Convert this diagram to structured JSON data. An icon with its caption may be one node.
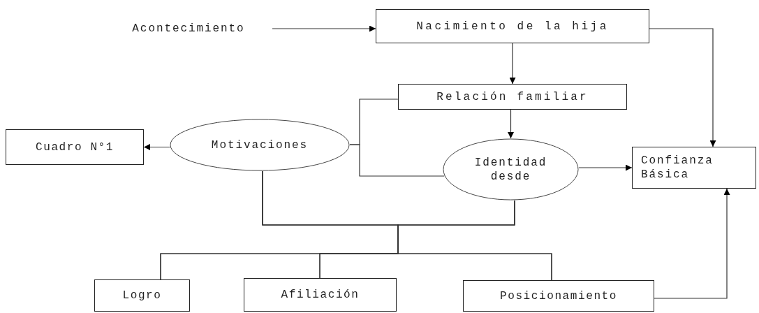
{
  "diagram": {
    "nodes": [
      {
        "text": [
          "Acontecimiento"
        ]
      },
      {
        "text": [
          "Nacimiento de la hija"
        ]
      },
      {
        "text": [
          "Relación familiar"
        ]
      },
      {
        "text": [
          "Cuadro N°1"
        ]
      },
      {
        "text": [
          "Motivaciones"
        ]
      },
      {
        "text": [
          "Identidad desde"
        ]
      },
      {
        "text": [
          "Confianza Básica"
        ]
      },
      {
        "text": [
          "Logro"
        ]
      },
      {
        "text": [
          "Afiliación"
        ]
      },
      {
        "text": [
          "Posicionamiento"
        ]
      }
    ],
    "edges": [
      {
        "from": 0,
        "to": 1,
        "arrow": "to"
      },
      {
        "from": 1,
        "to": 2,
        "arrow": "to"
      },
      {
        "from": 1,
        "to": 6,
        "arrow": "to"
      },
      {
        "from": 2,
        "to": 5,
        "arrow": "to"
      },
      {
        "from": 4,
        "to": 3,
        "arrow": "to"
      },
      {
        "from": 5,
        "to": 6,
        "arrow": "to"
      },
      {
        "from": 9,
        "to": 6,
        "arrow": "to"
      },
      {
        "from": 2,
        "to": 4,
        "arrow": "none"
      },
      {
        "from": 4,
        "to": 5,
        "arrow": "none"
      },
      {
        "from": 4,
        "to": 7,
        "arrow": "none"
      },
      {
        "from": 4,
        "to": 8,
        "arrow": "none"
      },
      {
        "from": 4,
        "to": 9,
        "arrow": "none"
      },
      {
        "from": 5,
        "to": 7,
        "arrow": "none"
      },
      {
        "from": 5,
        "to": 8,
        "arrow": "none"
      },
      {
        "from": 5,
        "to": 9,
        "arrow": "none"
      }
    ]
  }
}
